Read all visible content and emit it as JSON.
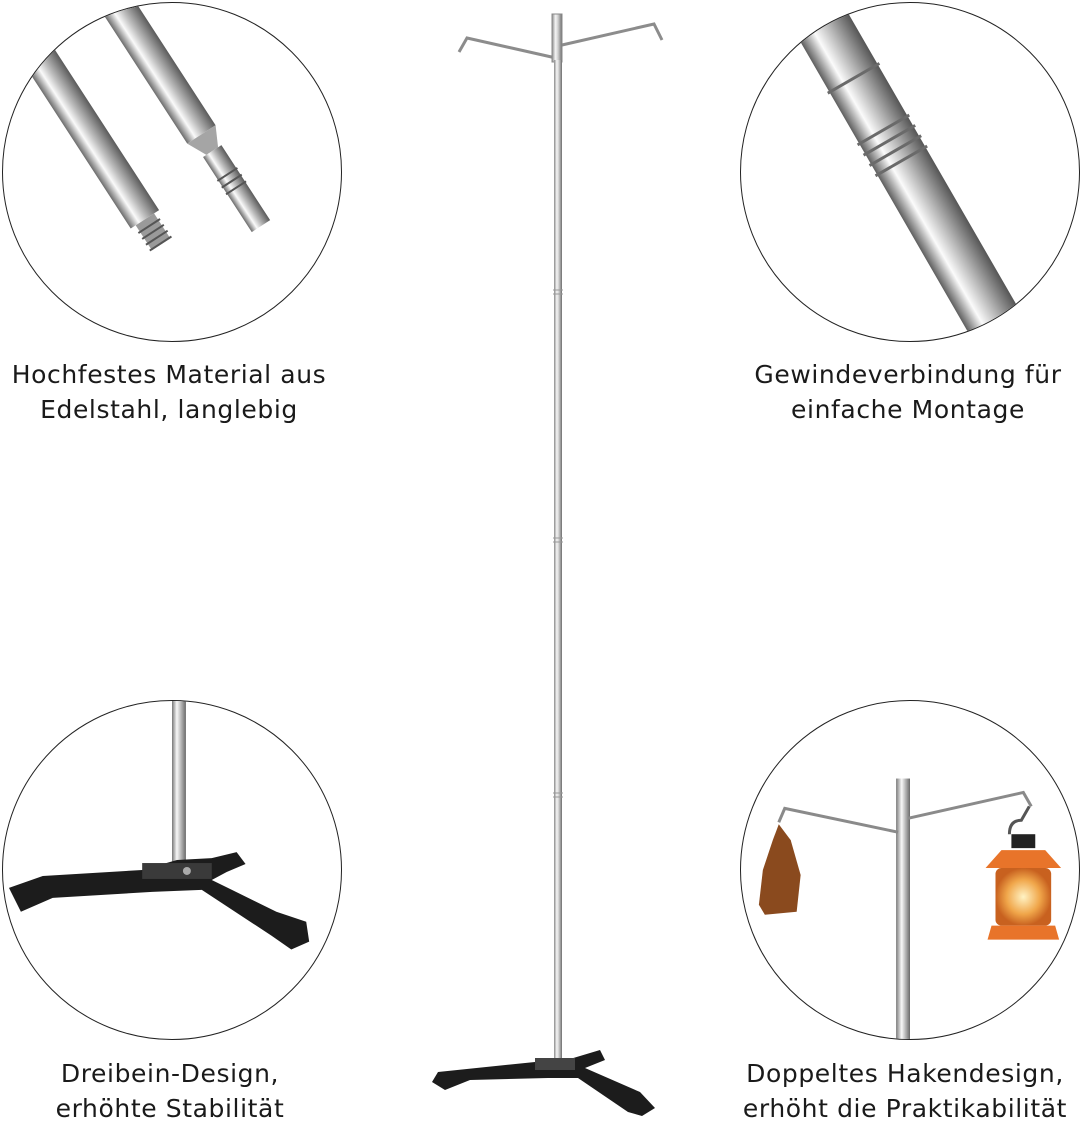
{
  "captions": {
    "top_left": {
      "line1": "Hochfestes Material aus",
      "line2": "Edelstahl, langlebig"
    },
    "top_right": {
      "line1": "Gewindeverbindung für",
      "line2": "einfache Montage"
    },
    "bottom_left": {
      "line1": "Dreibein-Design,",
      "line2": "erhöhte Stabilität"
    },
    "bottom_right": {
      "line1": "Doppeltes Hakendesign,",
      "line2": "erhöht die Praktikabilität"
    }
  },
  "colors": {
    "background": "#ffffff",
    "steel_light": "#f2f2f2",
    "steel_dark": "#7a7a7a",
    "base_black": "#1c1c1c",
    "lantern_orange": "#e8742a",
    "bag_brown": "#8a4a1e"
  }
}
